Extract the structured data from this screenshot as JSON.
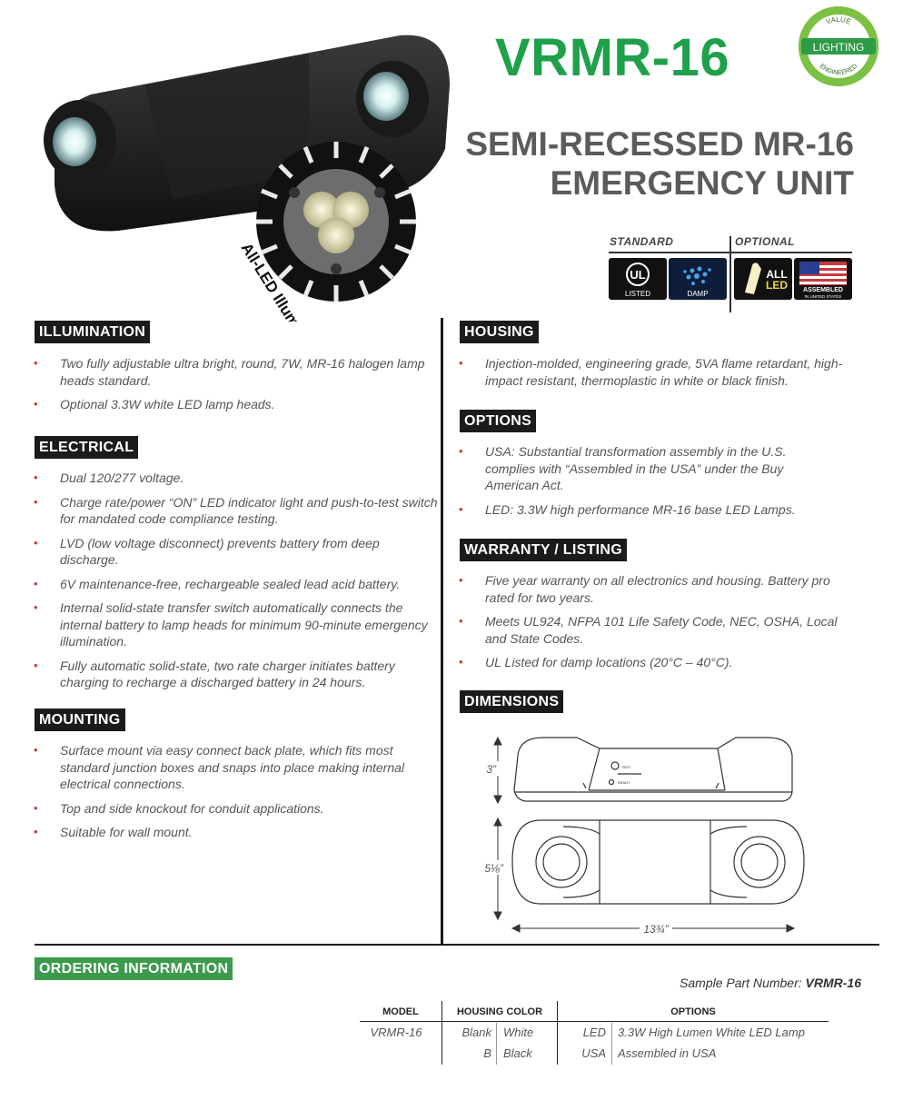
{
  "header": {
    "model": "VRMR-16",
    "subtitle_line1": "SEMI-RECESSED MR-16",
    "subtitle_line2": "EMERGENCY UNIT",
    "badge": {
      "top": "VALUE",
      "middle": "LIGHTING",
      "bottom": "ENGINEERED"
    }
  },
  "product_image": {
    "caption": "All-LED Illumination"
  },
  "certifications": {
    "standard_label": "STANDARD",
    "optional_label": "OPTIONAL",
    "icons": [
      {
        "name": "ul-listed-icon",
        "text": "LISTED"
      },
      {
        "name": "damp-icon",
        "text": "DAMP"
      },
      {
        "name": "all-led-icon",
        "text1": "ALL",
        "text2": "LED"
      },
      {
        "name": "assembled-usa-icon",
        "text1": "ASSEMBLED",
        "text2": "IN UNITED STATES"
      }
    ]
  },
  "sections": {
    "illumination": {
      "title": "ILLUMINATION",
      "items": [
        "Two fully adjustable ultra bright, round, 7W, MR-16 halogen lamp heads standard.",
        "Optional 3.3W white LED lamp heads."
      ]
    },
    "electrical": {
      "title": "ELECTRICAL",
      "items": [
        "Dual 120/277 voltage.",
        "Charge rate/power “ON” LED indicator light and push-to-test switch for mandated code compliance testing.",
        "LVD (low voltage disconnect) prevents battery from deep discharge.",
        "6V maintenance-free, rechargeable sealed lead acid battery.",
        "Internal solid-state transfer switch automatically connects the internal battery to lamp heads for minimum 90-minute emergency illumination.",
        "Fully automatic solid-state, two rate charger initiates battery charging to recharge a discharged battery in 24 hours."
      ]
    },
    "mounting": {
      "title": "MOUNTING",
      "items": [
        "Surface mount via easy connect back plate, which fits most standard junction boxes and snaps into place making internal electrical connections.",
        "Top and side knockout for conduit applications.",
        "Suitable for wall mount."
      ]
    },
    "housing": {
      "title": "HOUSING",
      "items": [
        "Injection-molded, engineering grade, 5VA flame retardant, high-impact resistant, thermoplastic in white or black finish."
      ]
    },
    "options": {
      "title": "OPTIONS",
      "items": [
        "USA: Substantial transformation assembly in the U.S. complies with “Assembled in the USA” under the Buy American Act.",
        "LED: 3.3W high performance MR-16 base LED Lamps."
      ]
    },
    "warranty": {
      "title": "WARRANTY / LISTING",
      "items": [
        "Five year warranty on all electronics and housing. Battery pro rated for two years.",
        "Meets UL924, NFPA 101 Life Safety Code, NEC, OSHA, Local and State Codes.",
        "UL Listed for damp locations (20°C – 40°C)."
      ]
    },
    "dimensions": {
      "title": "DIMENSIONS",
      "height": "3”",
      "depth": "5⅛”",
      "width": "13¾”",
      "test_label": "TEST",
      "ready_label": "READY"
    }
  },
  "ordering": {
    "title": "ORDERING INFORMATION",
    "sample_label": "Sample Part Number:",
    "sample_value": "VRMR-16",
    "columns": [
      "MODEL",
      "HOUSING COLOR",
      "OPTIONS"
    ],
    "model": "VRMR-16",
    "colors": [
      {
        "code": "Blank",
        "name": "White"
      },
      {
        "code": "B",
        "name": "Black"
      }
    ],
    "options": [
      {
        "code": "LED",
        "name": "3.3W High Lumen White LED Lamp"
      },
      {
        "code": "USA",
        "name": "Assembled in USA"
      }
    ]
  },
  "colors": {
    "brand_green": "#1fa04b",
    "section_black": "#1b1b1b",
    "bullet_red": "#c8393a"
  }
}
